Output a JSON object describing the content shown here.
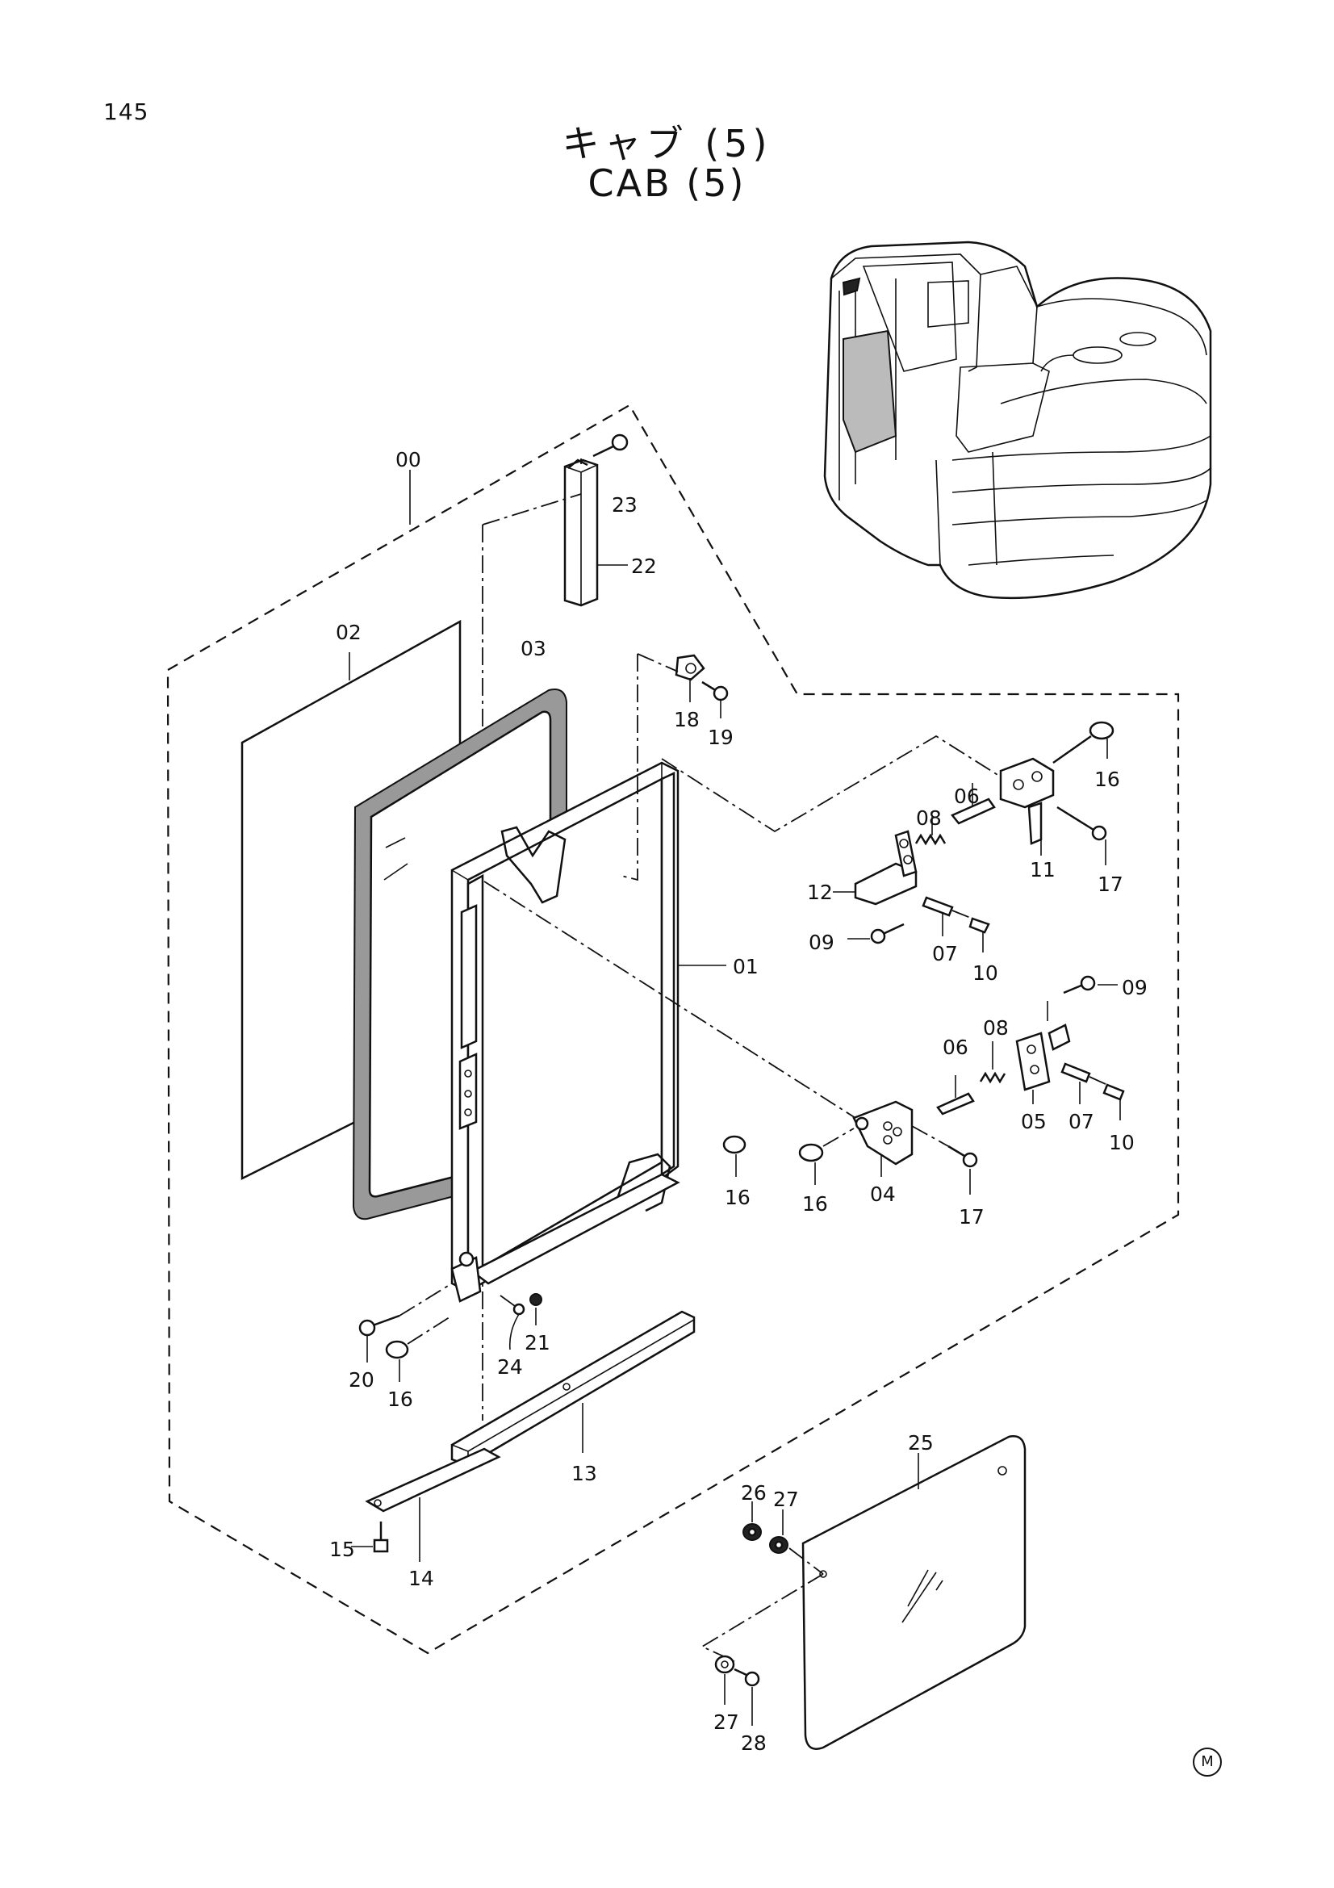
{
  "page_number": "145",
  "title_jp": "キャブ (5)",
  "title_en": "CAB (5)",
  "corner_mark": "M",
  "callouts": [
    {
      "id": "c00",
      "text": "00"
    },
    {
      "id": "c23",
      "text": "23"
    },
    {
      "id": "c22",
      "text": "22"
    },
    {
      "id": "c02",
      "text": "02"
    },
    {
      "id": "c03",
      "text": "03"
    },
    {
      "id": "c18",
      "text": "18"
    },
    {
      "id": "c19",
      "text": "19"
    },
    {
      "id": "c16a",
      "text": "16"
    },
    {
      "id": "c06a",
      "text": "06"
    },
    {
      "id": "c08a",
      "text": "08"
    },
    {
      "id": "c11",
      "text": "11"
    },
    {
      "id": "c17a",
      "text": "17"
    },
    {
      "id": "c12",
      "text": "12"
    },
    {
      "id": "c09a",
      "text": "09"
    },
    {
      "id": "c07a",
      "text": "07"
    },
    {
      "id": "c10a",
      "text": "10"
    },
    {
      "id": "c01",
      "text": "01"
    },
    {
      "id": "c09b",
      "text": "09"
    },
    {
      "id": "c06b",
      "text": "06"
    },
    {
      "id": "c08b",
      "text": "08"
    },
    {
      "id": "c05",
      "text": "05"
    },
    {
      "id": "c07b",
      "text": "07"
    },
    {
      "id": "c10b",
      "text": "10"
    },
    {
      "id": "c16b",
      "text": "16"
    },
    {
      "id": "c16c",
      "text": "16"
    },
    {
      "id": "c04",
      "text": "04"
    },
    {
      "id": "c17b",
      "text": "17"
    },
    {
      "id": "c20",
      "text": "20"
    },
    {
      "id": "c16d",
      "text": "16"
    },
    {
      "id": "c24",
      "text": "24"
    },
    {
      "id": "c21",
      "text": "21"
    },
    {
      "id": "c13",
      "text": "13"
    },
    {
      "id": "c25",
      "text": "25"
    },
    {
      "id": "c26",
      "text": "26"
    },
    {
      "id": "c27a",
      "text": "27"
    },
    {
      "id": "c15",
      "text": "15"
    },
    {
      "id": "c14",
      "text": "14"
    },
    {
      "id": "c27b",
      "text": "27"
    },
    {
      "id": "c28",
      "text": "28"
    }
  ]
}
